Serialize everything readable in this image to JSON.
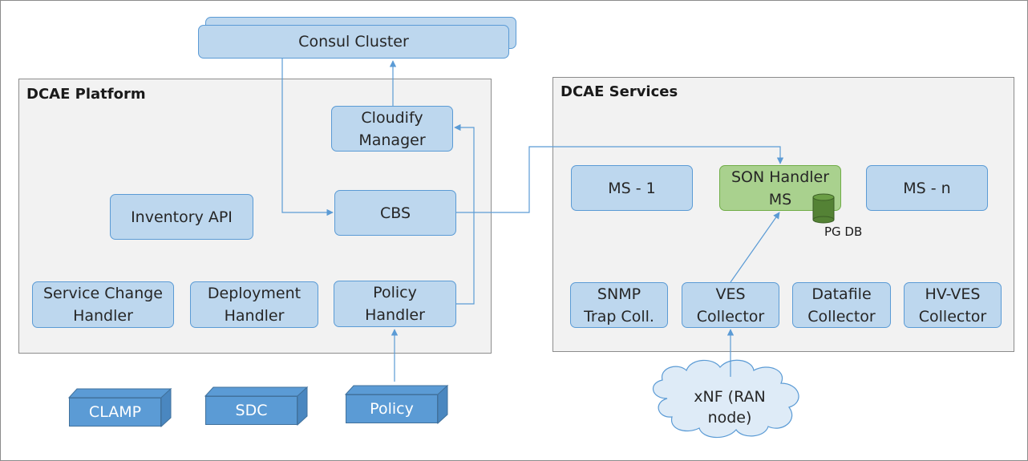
{
  "consul": {
    "label": "Consul Cluster"
  },
  "platform": {
    "title": "DCAE Platform",
    "cloudify": "Cloudify\nManager",
    "cbs": "CBS",
    "inventory": "Inventory API",
    "service_change": "Service Change\nHandler",
    "deployment": "Deployment\nHandler",
    "policy_handler": "Policy\nHandler"
  },
  "services": {
    "title": "DCAE Services",
    "ms1": "MS - 1",
    "son": "SON Handler\nMS",
    "msn": "MS - n",
    "pgdb": "PG DB",
    "snmp": "SNMP\nTrap Coll.",
    "ves": "VES\nCollector",
    "datafile": "Datafile\nCollector",
    "hvves": "HV-VES\nCollector"
  },
  "externals": {
    "clamp": "CLAMP",
    "sdc": "SDC",
    "policy": "Policy"
  },
  "xnf": {
    "label": "xNF (RAN\nnode)"
  },
  "colors": {
    "box_fill": "#bdd7ee",
    "box_border": "#5b9bd5",
    "line": "#5b9bd5",
    "green_fill": "#a9d18e",
    "db": "#548235"
  }
}
